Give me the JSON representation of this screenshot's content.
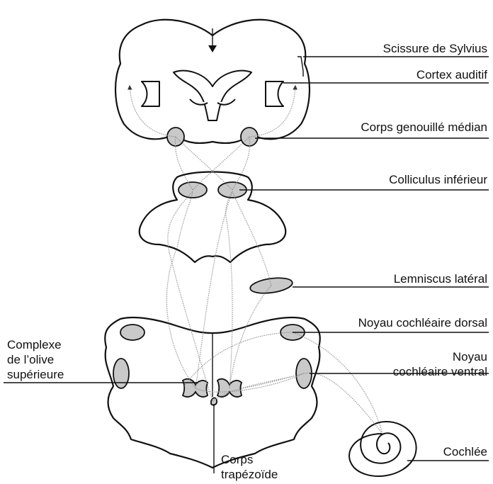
{
  "labels": {
    "scissure_sylvius": "Scissure de Sylvius",
    "cortex_auditif": "Cortex auditif",
    "corps_genouille": "Corps genouillé médian",
    "colliculus": "Colliculus inférieur",
    "lemniscus": "Lemniscus latéral",
    "noyau_dorsal": "Noyau cochléaire dorsal",
    "noyau_ventral_1": "Noyau",
    "noyau_ventral_2": "cochléaire ventral",
    "olive_1": "Complexe",
    "olive_2": "de l’olive",
    "olive_3": "supérieure",
    "trapezoide_1": "Corps",
    "trapezoide_2": "trapézoïde",
    "cochlee": "Cochlée"
  },
  "colors": {
    "line": "#111111",
    "nucleus_fill": "#c9c9c9",
    "pathway": "#8a8a8a"
  }
}
